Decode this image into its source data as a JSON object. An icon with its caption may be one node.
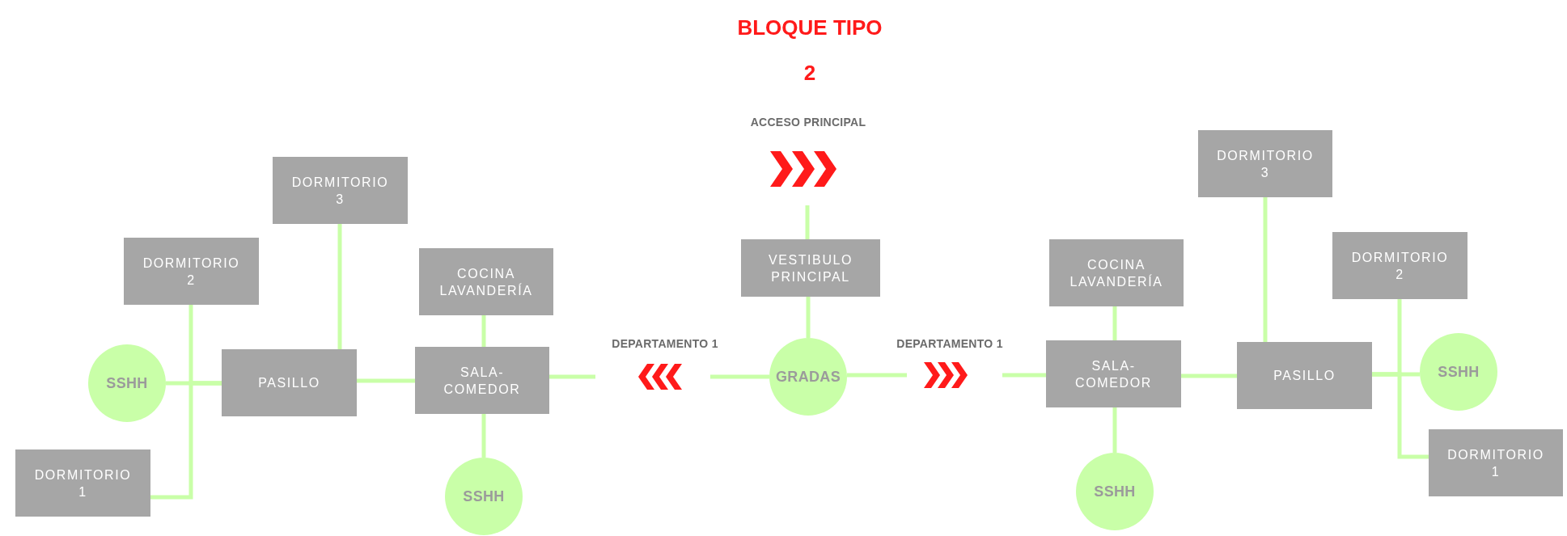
{
  "diagram": {
    "title": "BLOQUE TIPO 2",
    "nodes": [
      {
        "text": [
          "DORMITORIO 3"
        ]
      },
      {
        "text": [
          "DORMITORIO 2"
        ]
      },
      {
        "text": [
          "COCINA LAVANDERÍA"
        ]
      },
      {
        "text": [
          "SSHH"
        ]
      },
      {
        "text": [
          "PASILLO"
        ]
      },
      {
        "text": [
          "SALA-COMEDOR"
        ]
      },
      {
        "text": [
          "DORMITORIO 1"
        ]
      },
      {
        "text": [
          "SSHH"
        ]
      },
      {
        "text": [
          "VESTIBULO PRINCIPAL"
        ]
      },
      {
        "text": [
          "GRADAS"
        ]
      },
      {
        "text": [
          "DORMITORIO 3"
        ]
      },
      {
        "text": [
          "COCINA LAVANDERÍA"
        ]
      },
      {
        "text": [
          "DORMITORIO 2"
        ]
      },
      {
        "text": [
          "SALA-COMEDOR"
        ]
      },
      {
        "text": [
          "PASILLO"
        ]
      },
      {
        "text": [
          "SSHH"
        ]
      },
      {
        "text": [
          "DORMITORIO 1"
        ]
      },
      {
        "text": [
          "SSHH"
        ]
      }
    ],
    "edges": [
      {
        "from": 4,
        "to": 0,
        "arrow": "none"
      },
      {
        "from": 4,
        "to": 1,
        "arrow": "none"
      },
      {
        "from": 4,
        "to": 3,
        "arrow": "none"
      },
      {
        "from": 4,
        "to": 6,
        "arrow": "none"
      },
      {
        "from": 5,
        "to": 4,
        "arrow": "none"
      },
      {
        "from": 5,
        "to": 2,
        "arrow": "none"
      },
      {
        "from": 5,
        "to": 7,
        "arrow": "none"
      },
      {
        "from": 9,
        "to": null,
        "arrow": "none"
      },
      {
        "from": null,
        "to": 5,
        "arrow": "none"
      },
      {
        "from": 9,
        "to": 8,
        "arrow": "none"
      },
      {
        "from": null,
        "to": 8,
        "arrow": "none"
      },
      {
        "from": 9,
        "to": null,
        "arrow": "none"
      },
      {
        "from": null,
        "to": 13,
        "arrow": "none"
      },
      {
        "from": 13,
        "to": 11,
        "arrow": "none"
      },
      {
        "from": 13,
        "to": 17,
        "arrow": "none"
      },
      {
        "from": 13,
        "to": 14,
        "arrow": "none"
      },
      {
        "from": 14,
        "to": 10,
        "arrow": "none"
      },
      {
        "from": 14,
        "to": 12,
        "arrow": "none"
      },
      {
        "from": 14,
        "to": 15,
        "arrow": "none"
      },
      {
        "from": 14,
        "to": 16,
        "arrow": "none"
      }
    ],
    "labels": [
      "ACCESO PRINCIPAL",
      "DEPARTAMENTO 1",
      "DEPARTAMENTO 1"
    ]
  }
}
